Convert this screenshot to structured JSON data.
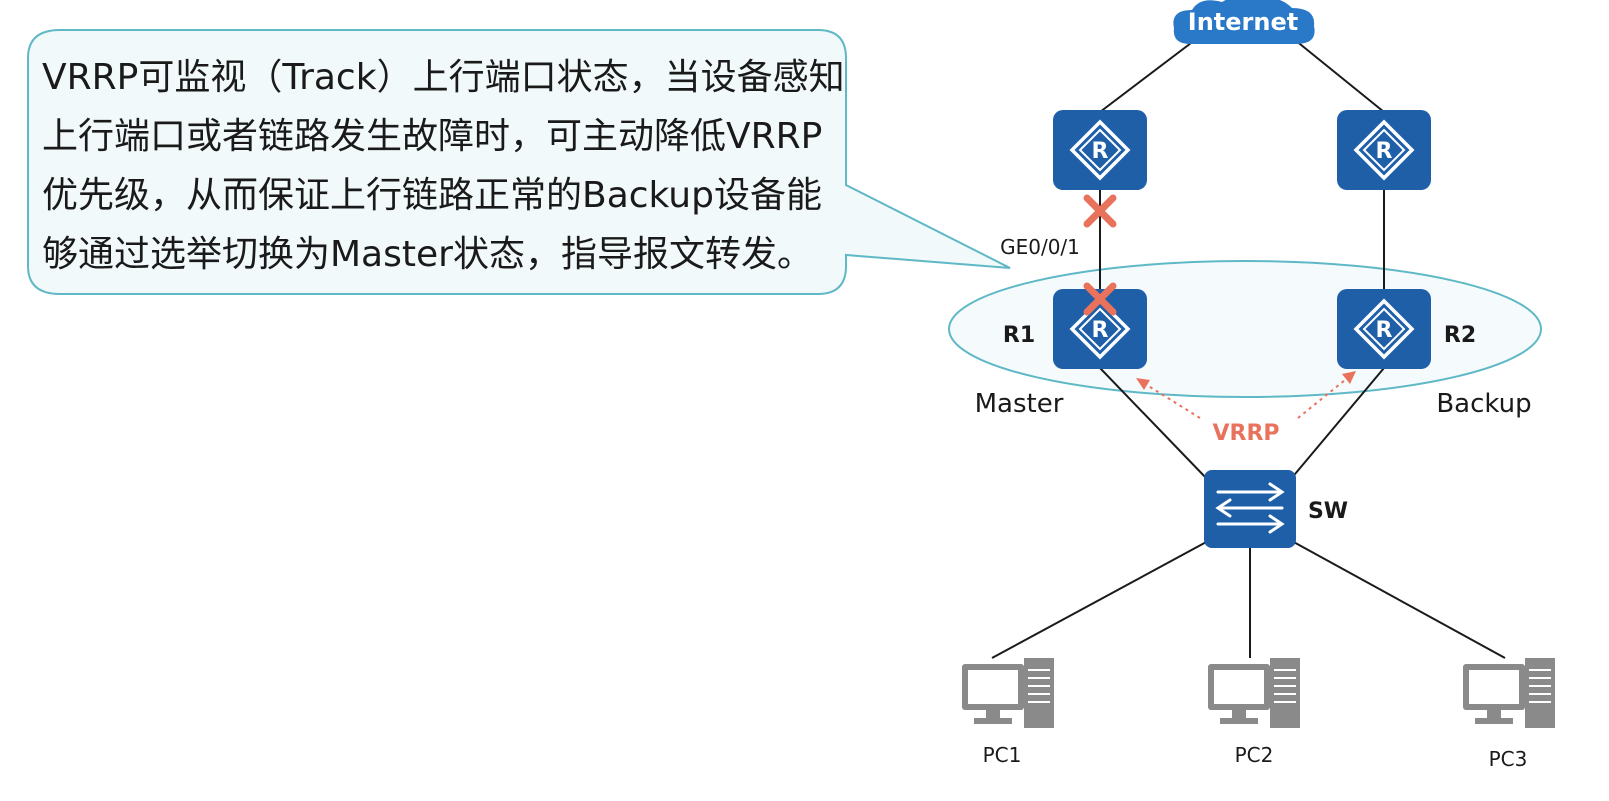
{
  "callout": {
    "lines": [
      "VRRP可监视（Track）上行端口状态，当设备感知",
      "上行端口或者链路发生故障时，可主动降低VRRP",
      "优先级，从而保证上行链路正常的Backup设备能",
      "够通过选举切换为Master状态，指导报文转发。"
    ]
  },
  "labels": {
    "internet": "Internet",
    "port": "GE0/0/1",
    "r1": "R1",
    "r2": "R2",
    "master": "Master",
    "backup": "Backup",
    "vrrp": "VRRP",
    "sw": "SW",
    "pc1": "PC1",
    "pc2": "PC2",
    "pc3": "PC3"
  },
  "colors": {
    "device_blue": "#1e5fa8",
    "cloud_blue": "#2a78c8",
    "callout_fill": "#f2f9fb",
    "callout_stroke": "#5fb8c6",
    "fault_cross": "#e8725c",
    "vrrp_text": "#e8725c",
    "pc_gray": "#8a8a8a"
  },
  "icons": {
    "router": "router-icon",
    "switch": "switch-icon",
    "pc": "pc-icon",
    "cloud": "cloud-icon",
    "fault": "fault-cross-icon"
  }
}
